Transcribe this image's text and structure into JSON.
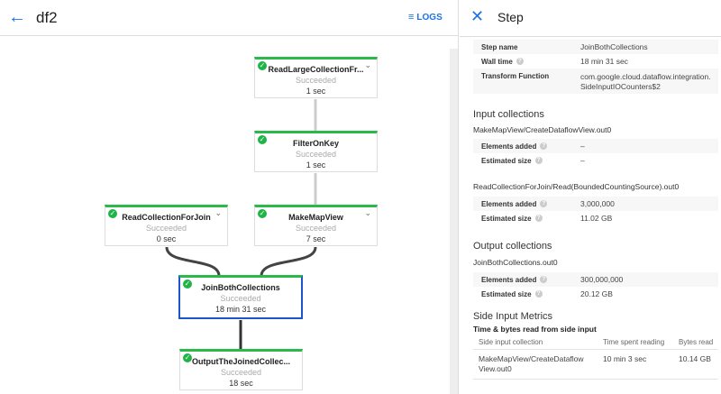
{
  "header": {
    "back_icon": "arrow-left-icon",
    "title": "df2",
    "logs_icon": "list-icon",
    "logs_label": "LOGS"
  },
  "graph": {
    "nodes": [
      {
        "name": "ReadLargeCollectionFr...",
        "status": "Succeeded",
        "time": "1 sec"
      },
      {
        "name": "FilterOnKey",
        "status": "Succeeded",
        "time": "1 sec"
      },
      {
        "name": "ReadCollectionForJoin",
        "status": "Succeeded",
        "time": "0 sec"
      },
      {
        "name": "MakeMapView",
        "status": "Succeeded",
        "time": "7 sec"
      },
      {
        "name": "JoinBothCollections",
        "status": "Succeeded",
        "time": "18 min 31 sec"
      },
      {
        "name": "OutputTheJoinedCollec...",
        "status": "Succeeded",
        "time": "18 sec"
      }
    ],
    "status_color": "#2bb94a",
    "selected_color": "#1a56c9"
  },
  "panel": {
    "title": "Step",
    "close_icon": "close-icon",
    "info": [
      {
        "k": "Step name",
        "v": "JoinBothCollections"
      },
      {
        "k": "Wall time",
        "v": "18 min 31 sec"
      },
      {
        "k": "Transform Function",
        "v": "com.google.cloud.dataflow.integration.",
        "v2": "SideInputIOCounters$2"
      }
    ],
    "input_heading": "Input collections",
    "inputs": [
      {
        "name": "MakeMapView/CreateDataflowView.out0",
        "elements_label": "Elements added",
        "elements": "–",
        "size_label": "Estimated size",
        "size": "–"
      },
      {
        "name": "ReadCollectionForJoin/Read(BoundedCountingSource).out0",
        "elements_label": "Elements added",
        "elements": "3,000,000",
        "size_label": "Estimated size",
        "size": "11.02 GB"
      }
    ],
    "output_heading": "Output collections",
    "output": {
      "name": "JoinBothCollections.out0",
      "elements_label": "Elements added",
      "elements": "300,000,000",
      "size_label": "Estimated size",
      "size": "20.12 GB"
    },
    "side_heading": "Side Input Metrics",
    "side_sub": "Time & bytes read from side input",
    "side_cols": [
      "Side input collection",
      "Time spent reading",
      "Bytes read"
    ],
    "side_rows": [
      {
        "collection": "MakeMapView/CreateDataflow",
        "collection2": "View.out0",
        "time": "10 min 3 sec",
        "bytes": "10.14 GB"
      }
    ]
  }
}
